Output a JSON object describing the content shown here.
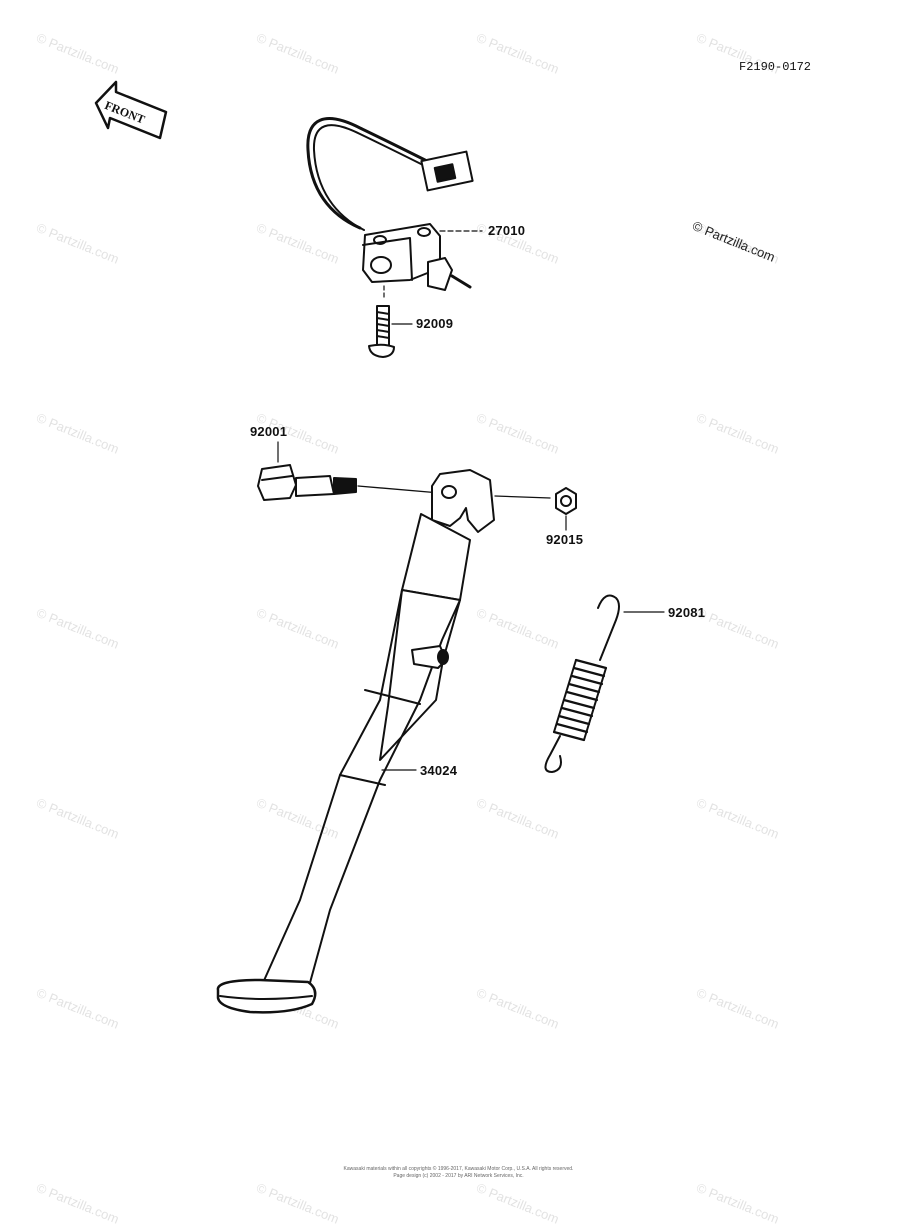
{
  "figure_code": "F2190-0172",
  "front_arrow_text": "FRONT",
  "copyright_note": "© Partzilla.com",
  "watermark_text": "© Partzilla.com",
  "parts": [
    {
      "number": "27010",
      "name": "switch"
    },
    {
      "number": "92009",
      "name": "screw"
    },
    {
      "number": "92001",
      "name": "bolt"
    },
    {
      "number": "92015",
      "name": "nut"
    },
    {
      "number": "92081",
      "name": "spring"
    },
    {
      "number": "34024",
      "name": "stand"
    }
  ],
  "footer": {
    "line1": "Kawasaki materials within all copyrights © 1996-2017, Kawasaki Motor Corp., U.S.A. All rights reserved.",
    "line2": "Page design (c) 2002 - 2017 by ARI Network Services, Inc."
  }
}
